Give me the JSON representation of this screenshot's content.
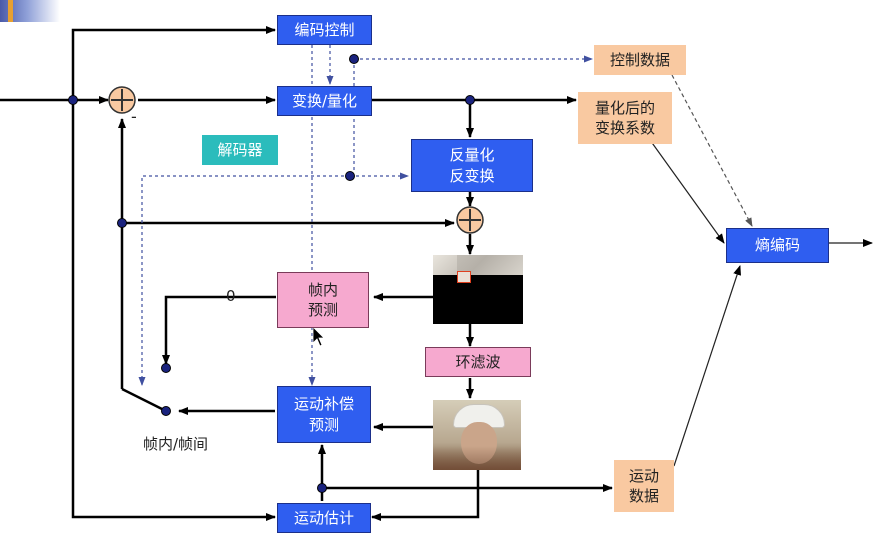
{
  "blocks": {
    "coding_control": "编码控制",
    "transform_quantize": "变换/量化",
    "inverse": "反量化\n反变换",
    "intra_prediction": "帧内\n预测",
    "loop_filter": "环滤波",
    "mc_prediction": "运动补偿\n预测",
    "motion_estimation": "运动估计",
    "entropy_coding": "熵编码"
  },
  "outputs": {
    "control_data": "控制数据",
    "quantized_coeffs": "量化后的\n变换系数",
    "motion_data": "运动\n数据"
  },
  "labels": {
    "decoder": "解码器",
    "minus": "-",
    "zero": "0",
    "intra_inter": "帧内/帧间"
  },
  "colors": {
    "block_blue": "#2f5ef0",
    "pink": "#f6a9cf",
    "orange": "#f9c9a1",
    "teal": "#2bbcbc",
    "dashed": "#4050a0"
  }
}
